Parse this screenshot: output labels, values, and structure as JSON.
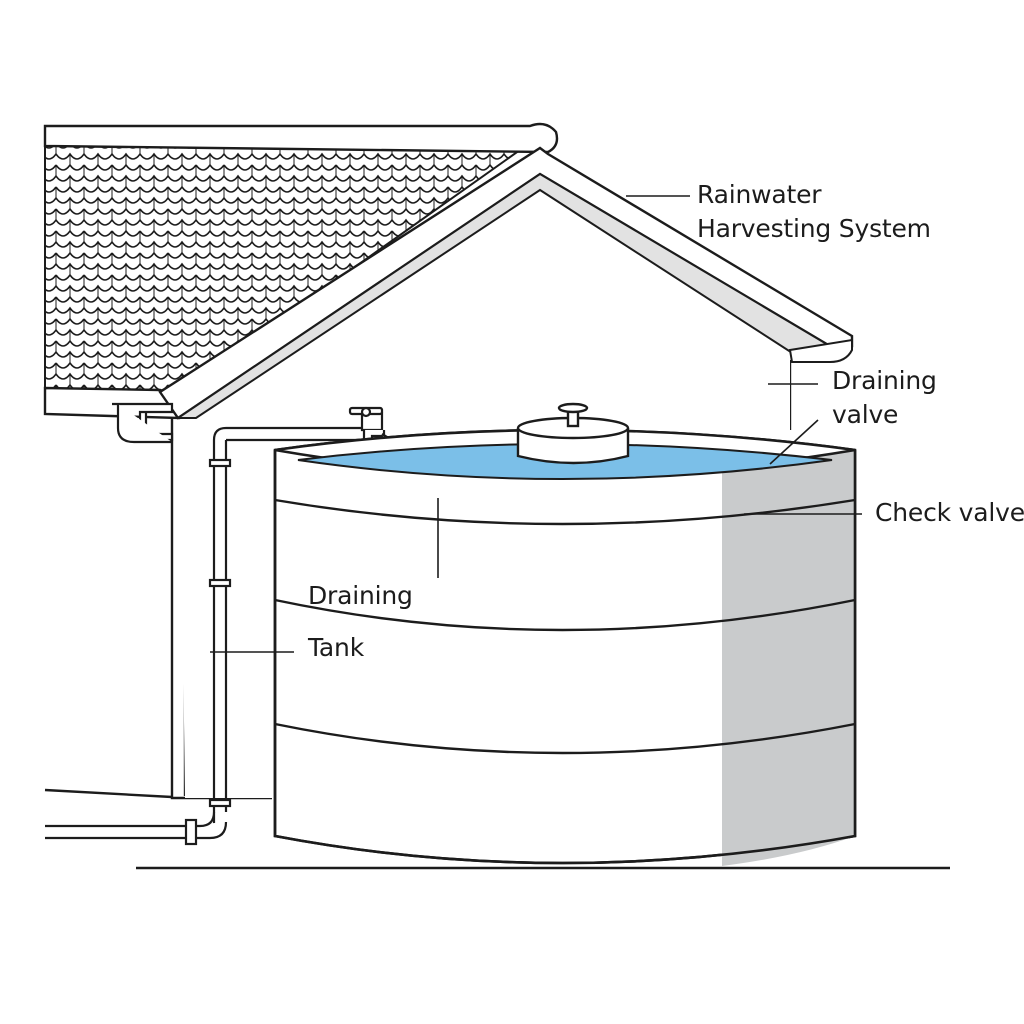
{
  "labels": {
    "system": {
      "line1": "Rainwater",
      "line2": "Harvesting System"
    },
    "draining_valve": {
      "line1": "Draining",
      "line2": "valve"
    },
    "check_valve": "Check valve",
    "tank": {
      "line1": "Draining",
      "line2": "Tank"
    }
  },
  "colors": {
    "line": "#1c1c1c",
    "water": "#7bbfe8",
    "tank_shade": "#c9cbcc",
    "roof_underside": "#e2e2e2",
    "background": "#ffffff"
  },
  "icons": {
    "roof": "shingle-roof",
    "tank": "cylindrical-water-tank",
    "pipe": "downpipe",
    "valve": "valve-handle"
  }
}
